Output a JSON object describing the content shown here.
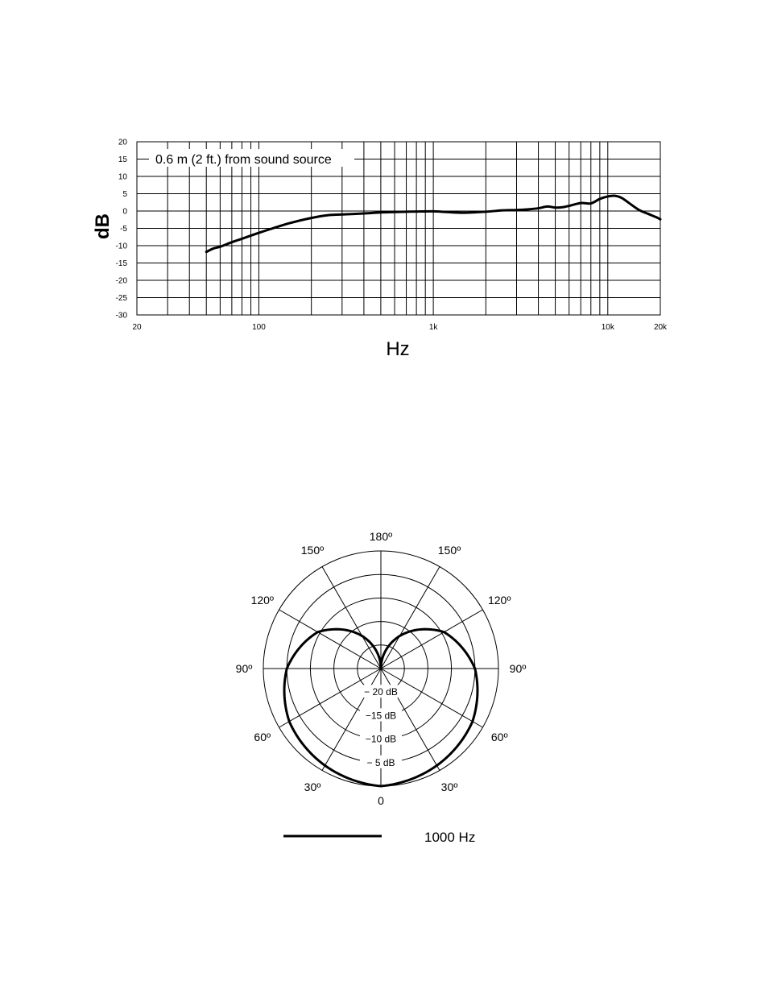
{
  "chart_data": [
    {
      "type": "line",
      "annotation": "0.6 m (2 ft.) from sound source",
      "xlabel": "Hz",
      "ylabel": "dB",
      "xscale": "log",
      "xlim": [
        20,
        20000
      ],
      "ylim": [
        -30,
        20
      ],
      "x_tick_labels": [
        "20",
        "100",
        "1k",
        "10k",
        "20k"
      ],
      "x_tick_values": [
        20,
        100,
        1000,
        10000,
        20000
      ],
      "y_ticks": [
        20,
        15,
        10,
        5,
        0,
        -5,
        -10,
        -15,
        -20,
        -25,
        -30
      ],
      "grid": true,
      "series": [
        {
          "x": [
            50,
            55,
            60,
            70,
            80,
            100,
            120,
            150,
            200,
            250,
            300,
            400,
            500,
            600,
            700,
            800,
            1000,
            1200,
            1500,
            2000,
            2500,
            3000,
            3500,
            4000,
            4500,
            5000,
            5500,
            6000,
            7000,
            8000,
            9000,
            10000,
            11000,
            12000,
            13000,
            15000,
            17000,
            19000,
            20000
          ],
          "y": [
            -11.8,
            -10.8,
            -10.3,
            -9.0,
            -8.0,
            -6.3,
            -5.0,
            -3.5,
            -2.0,
            -1.2,
            -1.0,
            -0.7,
            -0.4,
            -0.3,
            -0.2,
            -0.15,
            -0.1,
            -0.3,
            -0.5,
            -0.2,
            0.2,
            0.3,
            0.5,
            0.8,
            1.3,
            1.0,
            1.1,
            1.5,
            2.3,
            2.2,
            3.5,
            4.2,
            4.4,
            3.8,
            2.6,
            0.4,
            -0.8,
            -1.8,
            -2.4
          ]
        }
      ]
    },
    {
      "type": "polar",
      "angle_labels": [
        "0",
        "30º",
        "60º",
        "90º",
        "120º",
        "150º",
        "180º",
        "150º",
        "120º",
        "90º",
        "60º",
        "30º"
      ],
      "angle_label_angles": [
        0,
        30,
        60,
        90,
        120,
        150,
        180,
        -150,
        -120,
        -90,
        -60,
        -30
      ],
      "ring_labels": [
        "− 5 dB",
        "−10 dB",
        "−15 dB",
        "− 20 dB"
      ],
      "ring_values": [
        -5,
        -10,
        -15,
        -20
      ],
      "rlim": [
        -25,
        0
      ],
      "grid": true,
      "series": [
        {
          "name": "1000 Hz",
          "pattern": "cardioid",
          "angles": [
            0,
            30,
            60,
            90,
            120,
            150,
            180
          ],
          "db": [
            0,
            -1.2,
            -2.5,
            -5.0,
            -9.5,
            -17.0,
            -25.0
          ]
        }
      ]
    }
  ]
}
